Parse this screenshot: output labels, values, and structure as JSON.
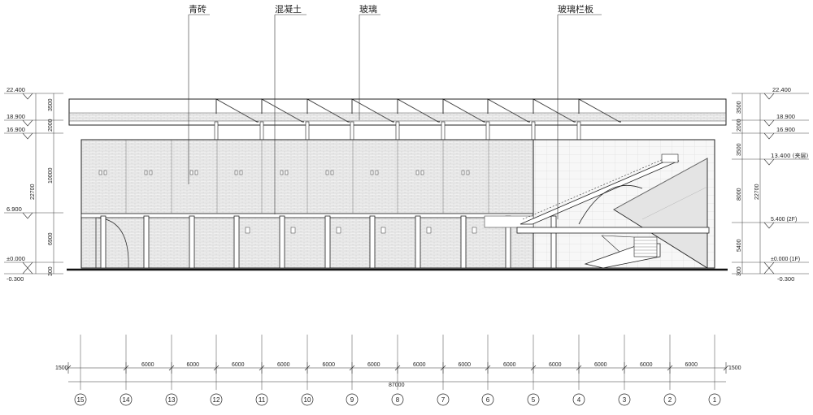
{
  "labels": {
    "brick": "青砖",
    "concrete": "混凝土",
    "glass": "玻璃",
    "glass_railing": "玻璃栏板"
  },
  "left_levels": [
    "22.400",
    "18.900",
    "16.900",
    "6.900",
    "±0.000",
    "-0.300"
  ],
  "right_levels": [
    "22.400",
    "18.900",
    "16.900",
    "13.400 (夹层)",
    "5.400 (2F)",
    "±0.000 (1F)",
    "-0.300"
  ],
  "left_dims": {
    "small": [
      "3500",
      "2000",
      "6900",
      "300"
    ],
    "large": [
      "10000"
    ],
    "overall": "22700"
  },
  "right_dims": {
    "small": [
      "3500",
      "2000",
      "3500",
      "8000",
      "5400",
      "300"
    ],
    "overall": "22700"
  },
  "bottom_dims": {
    "edge_left": "1500",
    "edge_right": "1500",
    "spans": [
      "6000",
      "6000",
      "6000",
      "6000",
      "6000",
      "6000",
      "6000",
      "6000",
      "6000",
      "6000",
      "6000",
      "6000",
      "6000"
    ],
    "total": "87000"
  },
  "axes": [
    "15",
    "14",
    "13",
    "12",
    "11",
    "10",
    "9",
    "8",
    "7",
    "6",
    "5",
    "4",
    "3",
    "2",
    "1"
  ],
  "colors": {
    "line": "#222222",
    "brick_fill": "#ececec",
    "glass_fill": "#f6f6f6"
  }
}
